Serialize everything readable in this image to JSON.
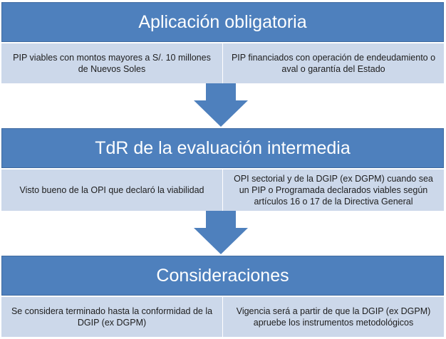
{
  "sections": [
    {
      "title": "Aplicación obligatoria",
      "left": "PIP viables con montos mayores a S/. 10 millones de Nuevos Soles",
      "right": "PIP financiados con operación de endeudamiento o aval o garantía del Estado"
    },
    {
      "title": "TdR de la evaluación intermedia",
      "left": "Visto bueno de la OPI que declaró la viabilidad",
      "right": "OPI sectorial y de la DGIP (ex DGPM) cuando sea un PIP o Programada declarados viables según artículos 16 o 17 de la Directiva General"
    },
    {
      "title": "Consideraciones",
      "left": "Se considera terminado hasta la conformidad de la DGIP (ex DGPM)",
      "right": "Vigencia  será a partir de que la DGIP (ex DGPM) apruebe los instrumentos metodológicos"
    }
  ],
  "colors": {
    "header": "#4e80bd",
    "cell": "#ccd8ea",
    "arrow": "#4e80bd"
  }
}
